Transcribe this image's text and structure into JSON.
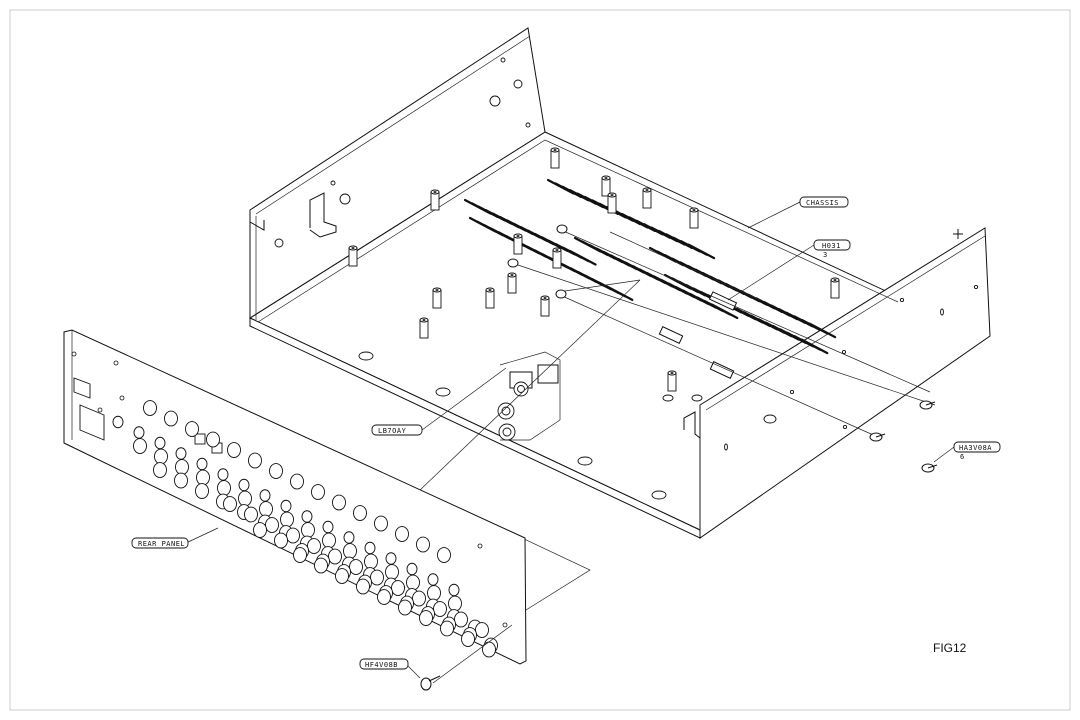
{
  "figure_label": "FIG12",
  "callouts": {
    "chassis": {
      "label": "CHASSIS",
      "qty": ""
    },
    "h031": {
      "label": "H031",
      "qty": "3"
    },
    "lb7oay": {
      "label": "LB7OAY",
      "qty": ""
    },
    "ha3v08a": {
      "label": "HA3V08A",
      "qty": "6"
    },
    "rear_panel": {
      "label": "REAR PANEL",
      "qty": ""
    },
    "hf4v08b": {
      "label": "HF4V08B",
      "qty": ""
    }
  }
}
